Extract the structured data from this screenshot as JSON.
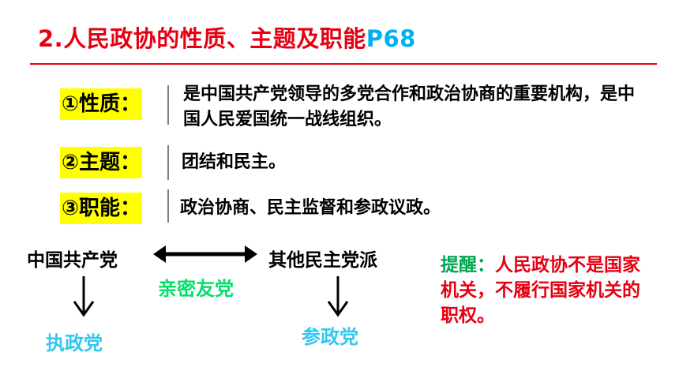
{
  "title": {
    "text": "2.人民政协的性质、主题及职能",
    "page_ref": "P68"
  },
  "items": [
    {
      "label": "①性质：",
      "text": "是中国共产党领导的多党合作和政治协商的重要机构，是中国人民爱国统一战线组织。"
    },
    {
      "label": "②主题：",
      "text": "团结和民主。"
    },
    {
      "label": "③职能：",
      "text": "政治协商、民主监督和参政议政。"
    }
  ],
  "diagram": {
    "left_party": "中国共产党",
    "right_party": "其他民主党派",
    "relation": "亲密友党",
    "left_role": "执政党",
    "right_role": "参政党"
  },
  "reminder": {
    "lead": "提醒：",
    "text": "人民政协不是国家机关，不履行国家机关的职权。"
  },
  "colors": {
    "red": "#e60012",
    "highlight": "#ffff00",
    "cyan": "#33c6ee",
    "green": "#00e06a"
  }
}
